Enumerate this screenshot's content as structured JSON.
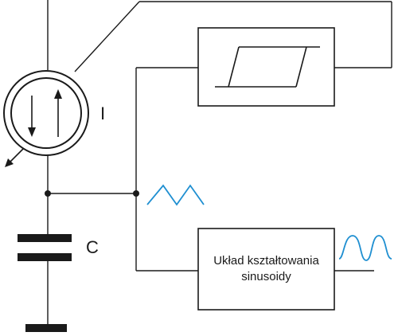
{
  "labels": {
    "current_source": "I",
    "capacitor": "C",
    "shaper_line1": "Układ kształtowania",
    "shaper_line2": "sinusoidy"
  },
  "colors": {
    "wire": "#1a1a1a",
    "triangle_wave": "#1f8fd1",
    "sine_wave": "#1f8fd1"
  },
  "icons": {
    "current_source": "current-source-icon",
    "capacitor": "capacitor-icon",
    "ground": "ground-icon",
    "schmitt_trigger": "hysteresis-loop-icon",
    "triangle_wave": "triangle-wave-icon",
    "sine_wave": "sine-wave-icon"
  }
}
